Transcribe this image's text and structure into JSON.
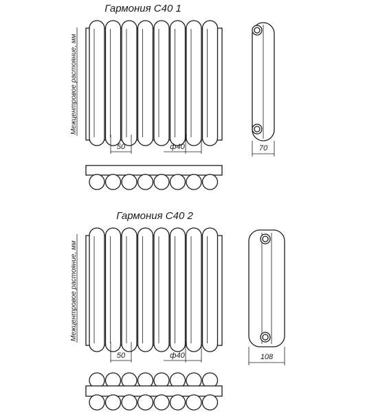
{
  "models": [
    {
      "title": "Гармония С40 1",
      "side_label": "Межцентровое растояние, мм",
      "pitch_label": "50",
      "diameter_label": "ф40",
      "depth_label": "70",
      "columns": 8,
      "rows": 1
    },
    {
      "title": "Гармония С40 2",
      "side_label": "Межцентровое растояние, мм",
      "pitch_label": "50",
      "diameter_label": "ф40",
      "depth_label": "108",
      "columns": 8,
      "rows": 2
    }
  ]
}
